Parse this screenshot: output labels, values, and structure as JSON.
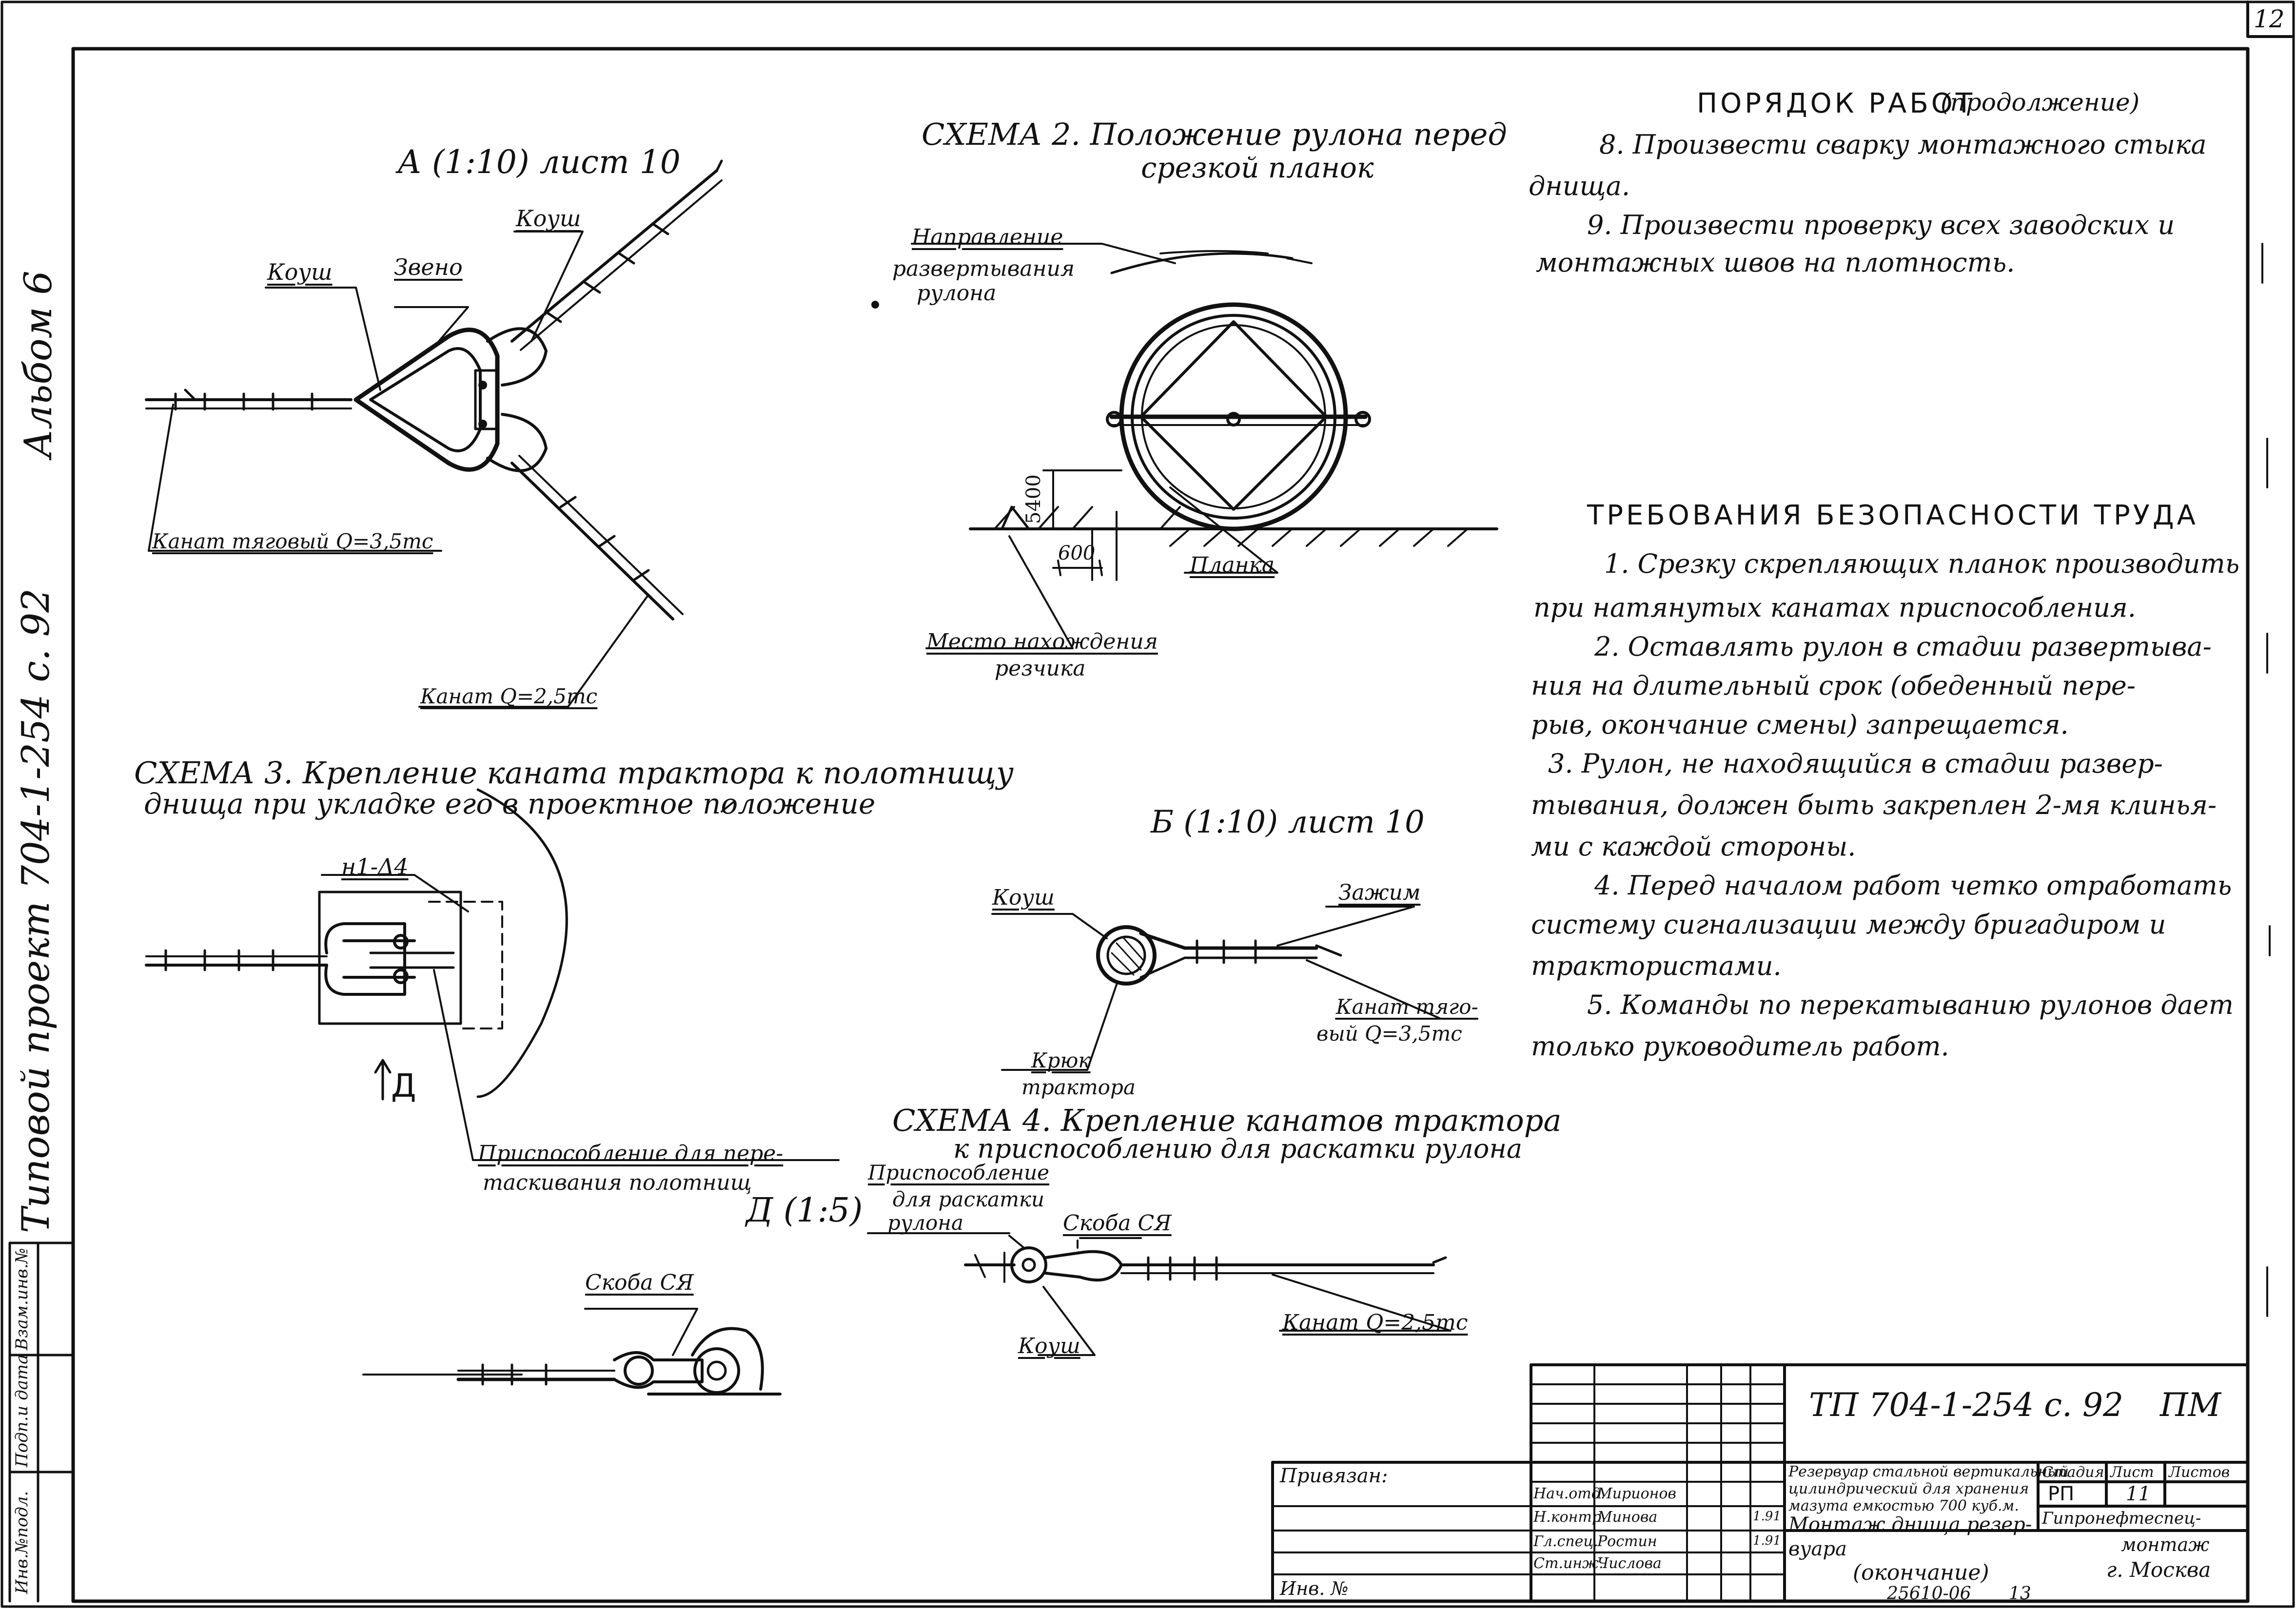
{
  "corner": {
    "sheet_number": "12"
  },
  "left_margin": {
    "album": "Альбом 6",
    "project": "Типовой проект  704-1-254 с. 92",
    "stamps": [
      "Инв.№подл.",
      "Подп.и дата",
      "Взам.инв.№"
    ]
  },
  "view_a": {
    "title": "А (1:10) лист 10",
    "labels": {
      "koush_left": "Коуш",
      "zveno": "Звено",
      "koush_right": "Коуш",
      "rope_tow": "Канат тяговый Q=3,5тс",
      "rope_2": "Канат Q=2,5тс"
    }
  },
  "scheme2": {
    "title": "СХЕМА 2. Положение рулона перед",
    "title2": "срезкой планок",
    "direction": [
      "Направление",
      "развертывания",
      "рулона"
    ],
    "dim_height": "5400",
    "dim_width": "600",
    "planka": "Планка",
    "cutter": [
      "Место нахождения",
      "резчика"
    ]
  },
  "scheme3": {
    "title": "СХЕМА 3. Крепление каната трактора к полотнищу",
    "title2": "днища при укладке его в проектное положение",
    "weld": "н1-Δ4",
    "view_mark": "Д",
    "device": [
      "Приспособление для пере-",
      "таскивания полотнищ"
    ]
  },
  "view_b": {
    "title": "Б (1:10) лист 10",
    "labels": {
      "koush": "Коуш",
      "zazhim": "Зажим",
      "rope": [
        "Канат тяго-",
        "вый Q=3,5тс"
      ],
      "hook": [
        "Крюк",
        "трактора"
      ]
    }
  },
  "scheme4": {
    "title": "СХЕМА 4. Крепление канатов трактора",
    "title2": "к приспособлению для раскатки рулона",
    "device": [
      "Приспособление",
      "для раскатки",
      "рулона"
    ],
    "skoba": "Скоба СЯ",
    "koush": "Коуш",
    "rope": "Канат Q=2,5тс"
  },
  "view_d": {
    "title": "Д (1:5)",
    "skoba": "Скоба СЯ"
  },
  "procedure": {
    "heading": "ПОРЯДОК РАБОТ",
    "heading_note": "(продолжение)",
    "lines": [
      "8. Произвести сварку монтажного стыка",
      "днища.",
      "9. Произвести проверку всех заводских и",
      "монтажных швов на плотность."
    ]
  },
  "safety": {
    "heading": "ТРЕБОВАНИЯ БЕЗОПАСНОСТИ ТРУДА",
    "lines": [
      "1. Срезку скрепляющих планок производить",
      "при натянутых канатах приспособления.",
      "2. Оставлять рулон в стадии развертыва-",
      "ния на длительный срок (обеденный пере-",
      "рыв, окончание смены) запрещается.",
      "3. Рулон, не находящийся в стадии развер-",
      "тывания, должен быть закреплен 2-мя клинья-",
      "ми с каждой стороны.",
      "4. Перед началом работ четко отработать",
      "систему сигнализации между бригадиром и",
      "трактористами.",
      "5. Команды по перекатыванию рулонов дает",
      "только руководитель работ."
    ]
  },
  "title_block": {
    "code": "ТП 704-1-254 с. 92",
    "code_suffix": "ПМ",
    "privyazan": "Привязан:",
    "inv": "Инв. №",
    "description": [
      "Резервуар стальной вертикальный",
      "цилиндрический для хранения",
      "мазута емкостью 700 куб.м."
    ],
    "sheet_title": [
      "Монтаж днища резер-",
      "вуара"
    ],
    "sheet_title2": "(окончание)",
    "col_heads": [
      "Стадия",
      "Лист",
      "Листов"
    ],
    "stage": "РП",
    "sheet": "11",
    "org": [
      "Гипронефтеспец-",
      "монтаж",
      "г. Москва"
    ],
    "people": [
      {
        "role": "Нач.отд.",
        "name": "Мирионов",
        "date": ""
      },
      {
        "role": "Н.контр.",
        "name": "Минова",
        "date": "1.91"
      },
      {
        "role": "Гл.спец.",
        "name": "Ростин",
        "date": "1.91"
      },
      {
        "role": "Ст.инж.",
        "name": "Числова",
        "date": ""
      }
    ],
    "footer_left": "25610-06",
    "footer_right": "13"
  }
}
